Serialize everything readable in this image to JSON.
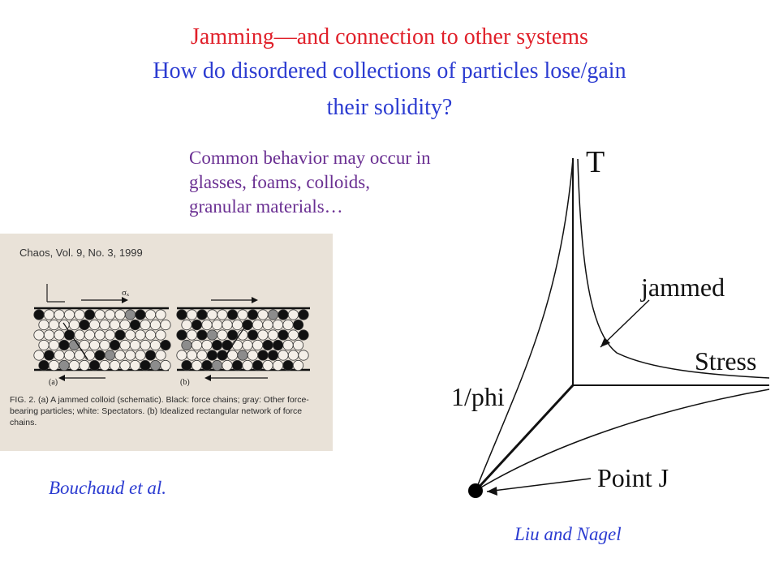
{
  "title": {
    "line1": "Jamming—and connection to other systems",
    "line2": "How do disordered collections of particles lose/gain",
    "line3": "their solidity?"
  },
  "common": {
    "line1": "Common behavior may occur in",
    "line2": "glasses, foams, colloids,",
    "line3": "granular materials…"
  },
  "scan": {
    "header": "Chaos, Vol. 9, No. 3, 1999",
    "label_a": "(a)",
    "label_b": "(b)",
    "sigma": "σₓ",
    "caption": "FIG. 2. (a) A jammed colloid (schematic). Black: force chains; gray: Other force-bearing particles; white: Spectators. (b) Idealized rectangular network of force chains."
  },
  "diagram": {
    "t_label": "T",
    "jammed_label": "jammed",
    "stress_label": "Stress",
    "phi_label": "1/phi",
    "pointj_label": "Point J"
  },
  "citations": {
    "bouchaud": "Bouchaud et al.",
    "liu": "Liu and Nagel"
  },
  "colors": {
    "title_red": "#e0202a",
    "title_blue": "#2b3bd1",
    "purple": "#6a2f92",
    "scan_bg": "#e9e2d8"
  }
}
